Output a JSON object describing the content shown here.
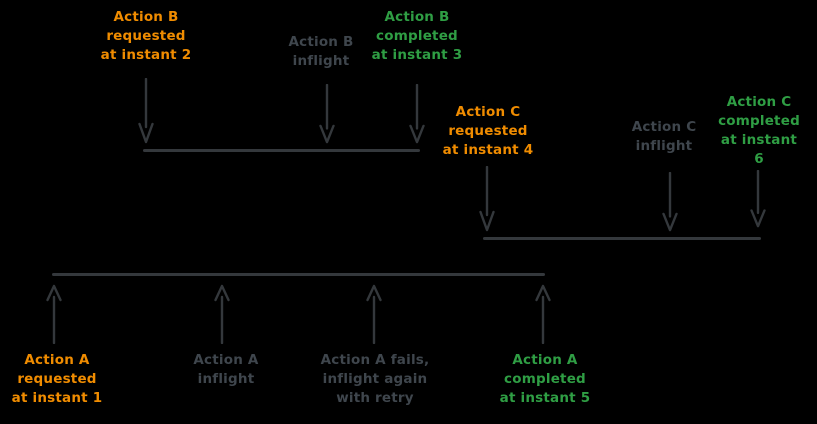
{
  "colors": {
    "background": "#000000",
    "requested": "#f08c00",
    "completed": "#2f9e44",
    "inflight": "#3f464d",
    "stroke": "#34383c"
  },
  "labels": {
    "b_requested": "Action B\nrequested\nat instant 2",
    "b_inflight": "Action B\ninflight",
    "b_completed": "Action B\ncompleted\nat instant 3",
    "c_requested": "Action C\nrequested\nat instant 4",
    "c_inflight": "Action C\ninflight",
    "c_completed": "Action C\ncompleted\nat instant 6",
    "a_requested": "Action A\nrequested\nat instant 1",
    "a_inflight": "Action A\ninflight",
    "a_fails": "Action A fails,\ninflight again\nwith retry",
    "a_completed": "Action A\ncompleted\nat instant 5"
  },
  "diagram": {
    "type": "timeline",
    "actions": [
      {
        "name": "Action A",
        "requested_at_instant": 1,
        "completed_at_instant": 5,
        "events": [
          "requested at instant 1",
          "inflight",
          "fails, inflight again with retry",
          "completed at instant 5"
        ]
      },
      {
        "name": "Action B",
        "requested_at_instant": 2,
        "completed_at_instant": 3,
        "events": [
          "requested at instant 2",
          "inflight",
          "completed at instant 3"
        ]
      },
      {
        "name": "Action C",
        "requested_at_instant": 4,
        "completed_at_instant": 6,
        "events": [
          "requested at instant 4",
          "inflight",
          "completed at instant 6"
        ]
      }
    ]
  }
}
